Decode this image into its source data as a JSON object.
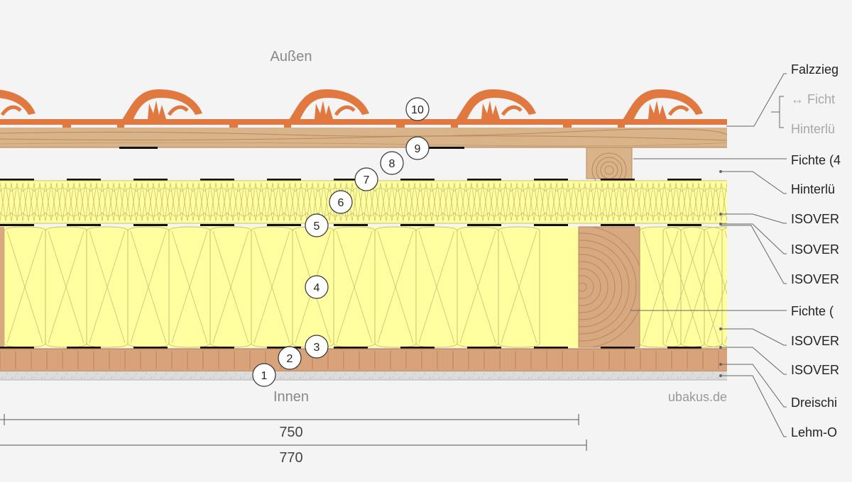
{
  "diagram": {
    "outside_label": "Außen",
    "inside_label": "Innen",
    "watermark": "ubakus.de",
    "markers": [
      "1",
      "2",
      "3",
      "4",
      "5",
      "6",
      "7",
      "8",
      "9",
      "10"
    ],
    "layer_labels": [
      "Falzzieg",
      "↔ Ficht",
      "Hinterlü",
      "Fichte (4",
      "Hinterlü",
      "ISOVER",
      "ISOVER",
      "ISOVER",
      "Fichte (",
      "ISOVER",
      "ISOVER",
      "Dreischi",
      "Lehm-O"
    ],
    "dimensions": [
      "750",
      "770"
    ]
  },
  "colors": {
    "background": "#f4f4f4",
    "tile": "#e07840",
    "tile_dark": "#c95f28",
    "wood": "#d9b48a",
    "wood_grain": "#b8895a",
    "insulation": "#ffffa0",
    "insulation_line": "#c8c070",
    "board": "#d8a27a",
    "plaster": "#dcdcdc"
  }
}
